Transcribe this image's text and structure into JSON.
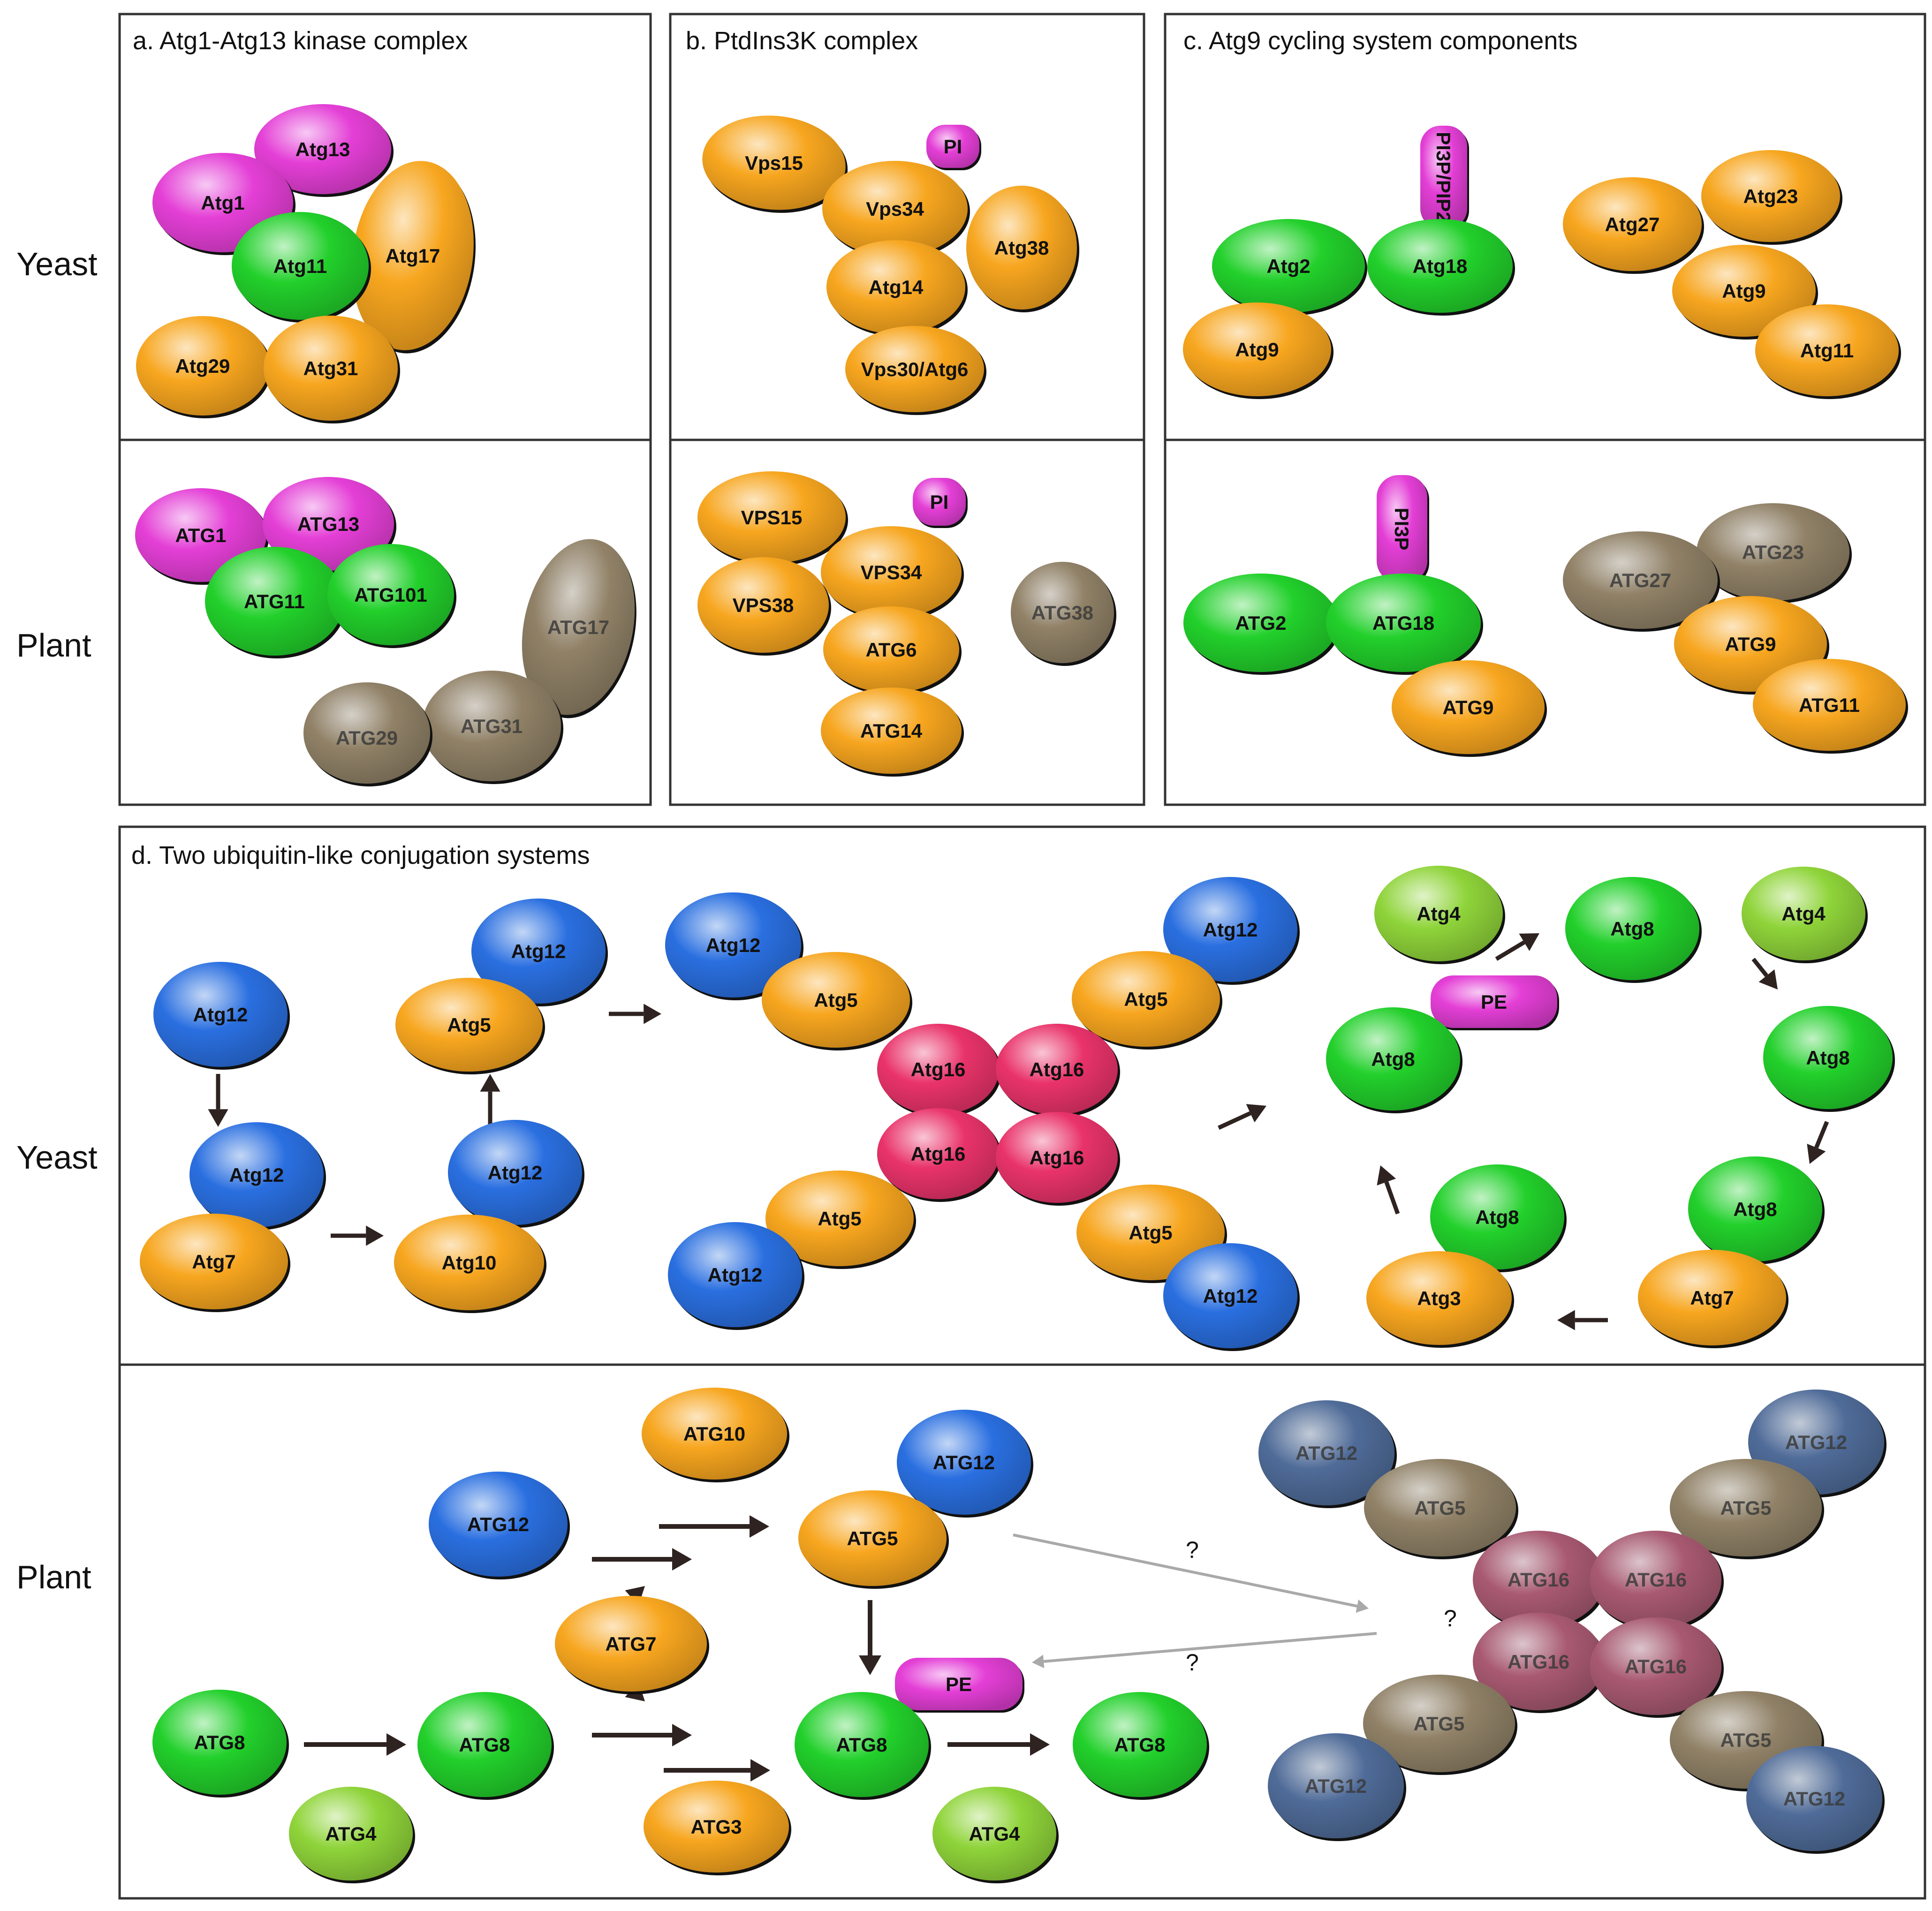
{
  "row_labels": {
    "yeast": "Yeast",
    "plant": "Plant"
  },
  "panels": {
    "a": {
      "title": "a. Atg1-Atg13 kinase complex"
    },
    "b": {
      "title": "b. PtdIns3K complex"
    },
    "c": {
      "title": "c. Atg9 cycling system components"
    },
    "d": {
      "title": "d. Two ubiquitin-like conjugation systems"
    }
  },
  "colors": {
    "magenta": "#e43fd6",
    "green": "#22d02b",
    "orange": "#f7a61f",
    "blue": "#2a6fe0",
    "lime": "#8fd43a",
    "red": "#e9336a",
    "ghost_tan": "#9a8a6e",
    "ghost_blue": "#5573a3",
    "ghost_red": "#b4607a",
    "arrow_dark": "#2e2320",
    "arrow_gray": "#a9a9a9"
  },
  "proteins": {
    "a_yeast": [
      "Atg13",
      "Atg1",
      "Atg11",
      "Atg17",
      "Atg29",
      "Atg31"
    ],
    "a_plant": [
      "ATG1",
      "ATG13",
      "ATG11",
      "ATG101",
      "ATG17",
      "ATG29",
      "ATG31"
    ],
    "b_yeast": [
      "PI",
      "Vps15",
      "Vps34",
      "Atg38",
      "Atg14",
      "Vps30/Atg6"
    ],
    "b_plant": [
      "PI",
      "VPS15",
      "VPS34",
      "VPS38",
      "ATG6",
      "ATG14",
      "ATG38"
    ],
    "c_yeast": [
      "PI3P/PIP2",
      "Atg2",
      "Atg18",
      "Atg9",
      "Atg23",
      "Atg27",
      "Atg9",
      "Atg11"
    ],
    "c_plant": [
      "PI3P",
      "ATG2",
      "ATG18",
      "ATG9",
      "ATG23",
      "ATG27",
      "ATG9",
      "ATG11"
    ],
    "d_yeast_left": [
      "Atg12",
      "Atg12",
      "Atg7",
      "Atg12",
      "Atg10",
      "Atg12",
      "Atg5"
    ],
    "d_yeast_center": [
      "Atg12",
      "Atg5",
      "Atg12",
      "Atg5",
      "Atg16",
      "Atg16",
      "Atg16",
      "Atg16",
      "Atg5",
      "Atg12",
      "Atg5",
      "Atg12"
    ],
    "d_yeast_right": [
      "Atg4",
      "Atg8",
      "Atg4",
      "PE",
      "Atg8",
      "Atg8",
      "Atg8",
      "Atg7",
      "Atg8",
      "Atg3"
    ],
    "d_plant_left": [
      "ATG10",
      "ATG12",
      "ATG12",
      "ATG5",
      "ATG7",
      "PE",
      "ATG8",
      "ATG8",
      "ATG8",
      "ATG8",
      "ATG4",
      "ATG3",
      "ATG4"
    ],
    "d_plant_right": [
      "ATG12",
      "ATG12",
      "ATG5",
      "ATG5",
      "ATG16",
      "ATG16",
      "ATG16",
      "ATG16",
      "ATG5",
      "ATG5",
      "ATG12",
      "ATG12"
    ],
    "d_plant_questions": [
      "?",
      "?",
      "?"
    ]
  }
}
